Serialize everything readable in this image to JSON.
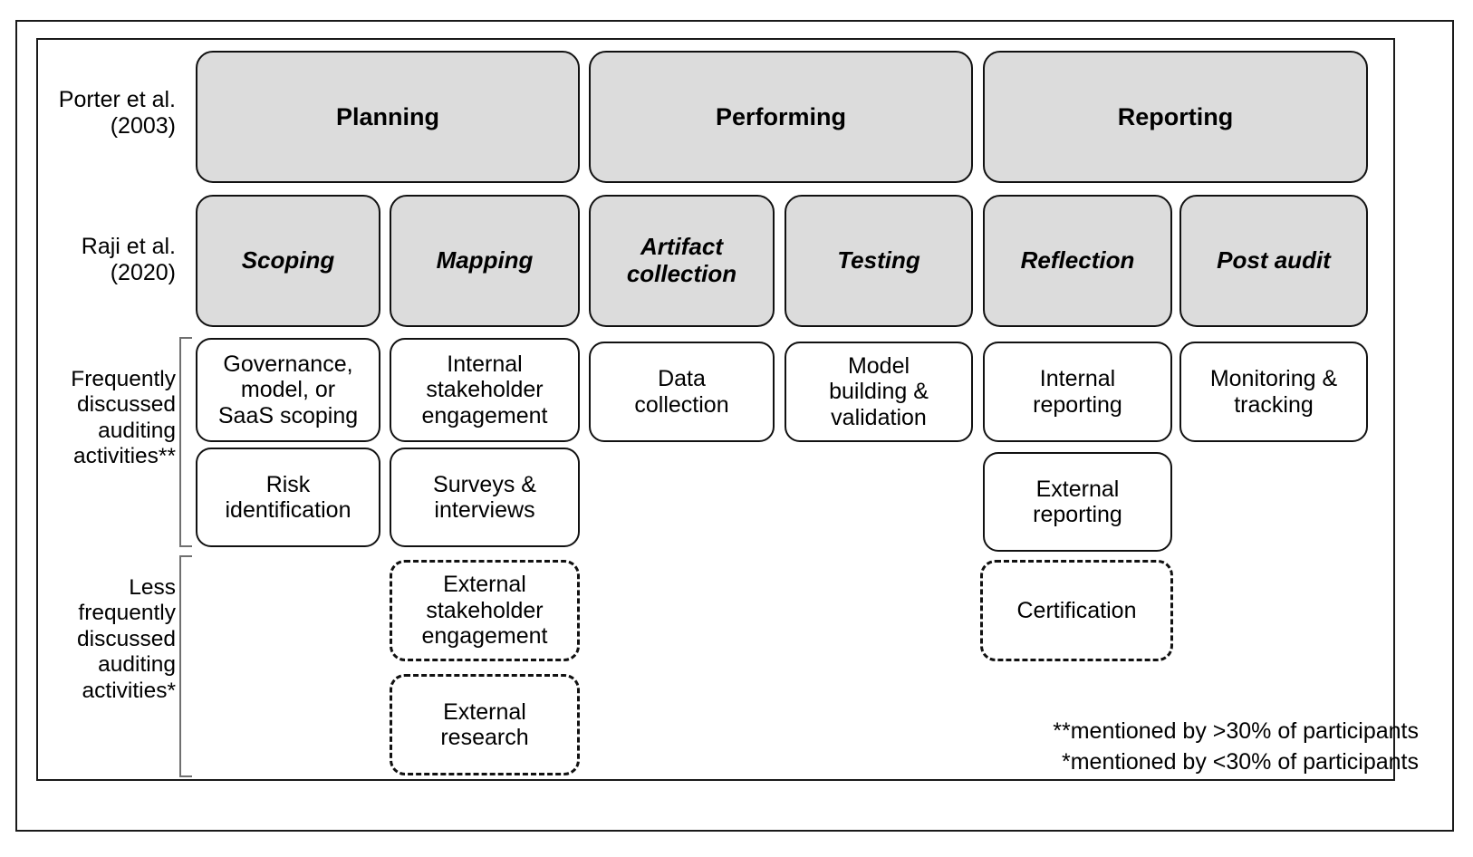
{
  "figure": {
    "row_labels": {
      "porter": "Porter et al.\n(2003)",
      "raji": "Raji et al.\n(2020)",
      "frequent": "Frequently\ndiscussed\nauditing\nactivities**",
      "less_frequent": "Less\nfrequently\ndiscussed\nauditing\nactivities*"
    },
    "porter_phases": [
      {
        "label": "Planning"
      },
      {
        "label": "Performing"
      },
      {
        "label": "Reporting"
      }
    ],
    "raji_stages": [
      {
        "label": "Scoping"
      },
      {
        "label": "Mapping"
      },
      {
        "label": "Artifact\ncollection"
      },
      {
        "label": "Testing"
      },
      {
        "label": "Reflection"
      },
      {
        "label": "Post audit"
      }
    ],
    "frequent_activities": [
      {
        "label": "Governance,\nmodel, or\nSaaS scoping"
      },
      {
        "label": "Internal\nstakeholder\nengagement"
      },
      {
        "label": "Data\ncollection"
      },
      {
        "label": "Model\nbuilding &\nvalidation"
      },
      {
        "label": "Internal\nreporting"
      },
      {
        "label": "Monitoring &\ntracking"
      },
      {
        "label": "Risk\nidentification"
      },
      {
        "label": "Surveys &\ninterviews"
      },
      {
        "label": "External\nreporting"
      }
    ],
    "less_frequent_activities": [
      {
        "label": "External\nstakeholder\nengagement"
      },
      {
        "label": "Certification"
      },
      {
        "label": "External\nresearch"
      }
    ],
    "footnotes": [
      "**mentioned by >30% of participants",
      "*mentioned by <30% of participants"
    ],
    "colors": {
      "header_fill": "#dcdcdc",
      "stroke": "#111111",
      "bracket": "#6f6f6f",
      "background": "#ffffff"
    }
  }
}
